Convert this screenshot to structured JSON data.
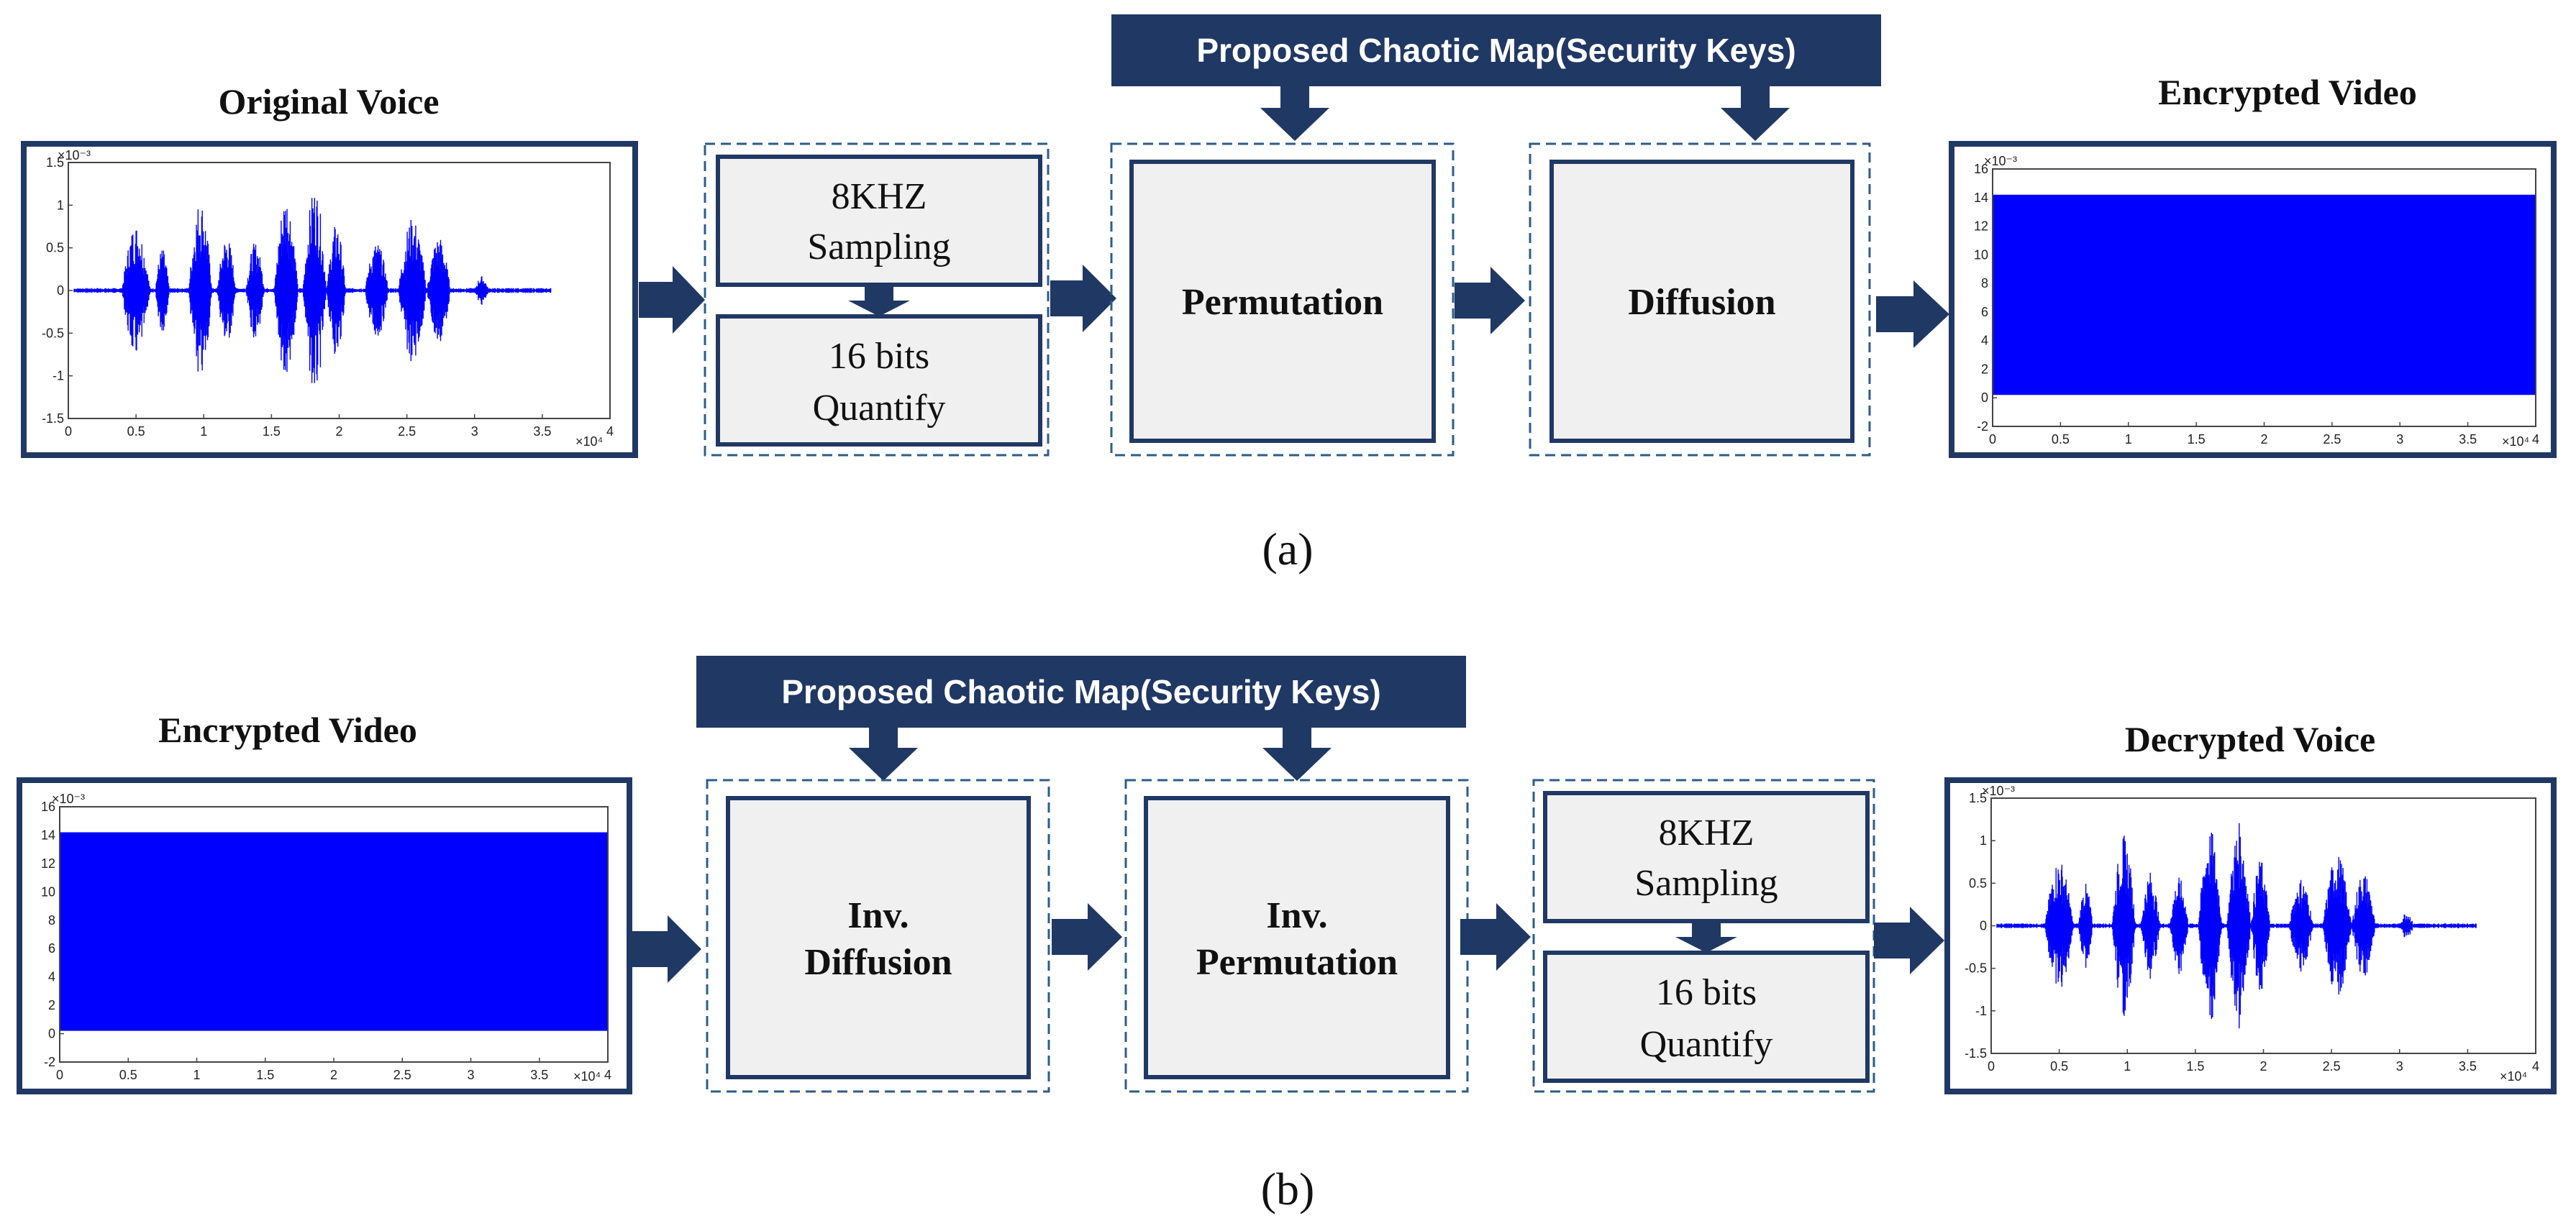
{
  "colors": {
    "navy": "#203864",
    "dashed_border": "#2e5c8a",
    "box_fill": "#f0f0f0",
    "signal_blue": "#0000ff"
  },
  "panel_a": {
    "caption": "(a)",
    "input_title": "Original Voice",
    "banner": "Proposed Chaotic Map(Security Keys)",
    "sampling_line1": "8KHZ",
    "sampling_line2": "Sampling",
    "quantify_line1": "16 bits",
    "quantify_line2": "Quantify",
    "permutation": "Permutation",
    "diffusion": "Diffusion",
    "output_title": "Encrypted Video"
  },
  "panel_b": {
    "caption": "(b)",
    "input_title": "Encrypted Video",
    "banner": "Proposed Chaotic Map(Security Keys)",
    "inv_diffusion_line1": "Inv.",
    "inv_diffusion_line2": "Diffusion",
    "inv_permutation_line1": "Inv.",
    "inv_permutation_line2": "Permutation",
    "sampling_line1": "8KHZ",
    "sampling_line2": "Sampling",
    "quantify_line1": "16 bits",
    "quantify_line2": "Quantify",
    "output_title": "Decrypted Voice"
  },
  "voice_plot": {
    "y_exponent": "×10⁻³",
    "x_exponent": "×10⁴",
    "y_ticks": [
      "1.5",
      "1",
      "0.5",
      "0",
      "-0.5",
      "-1",
      "-1.5"
    ],
    "x_ticks": [
      "0",
      "0.5",
      "1",
      "1.5",
      "2",
      "2.5",
      "3",
      "3.5",
      "4"
    ]
  },
  "encrypted_plot": {
    "y_exponent": "×10⁻³",
    "x_exponent": "×10⁴",
    "y_ticks": [
      "16",
      "14",
      "12",
      "10",
      "8",
      "6",
      "4",
      "2",
      "0",
      "-2"
    ],
    "x_ticks": [
      "0",
      "0.5",
      "1",
      "1.5",
      "2",
      "2.5",
      "3",
      "3.5",
      "4"
    ]
  }
}
